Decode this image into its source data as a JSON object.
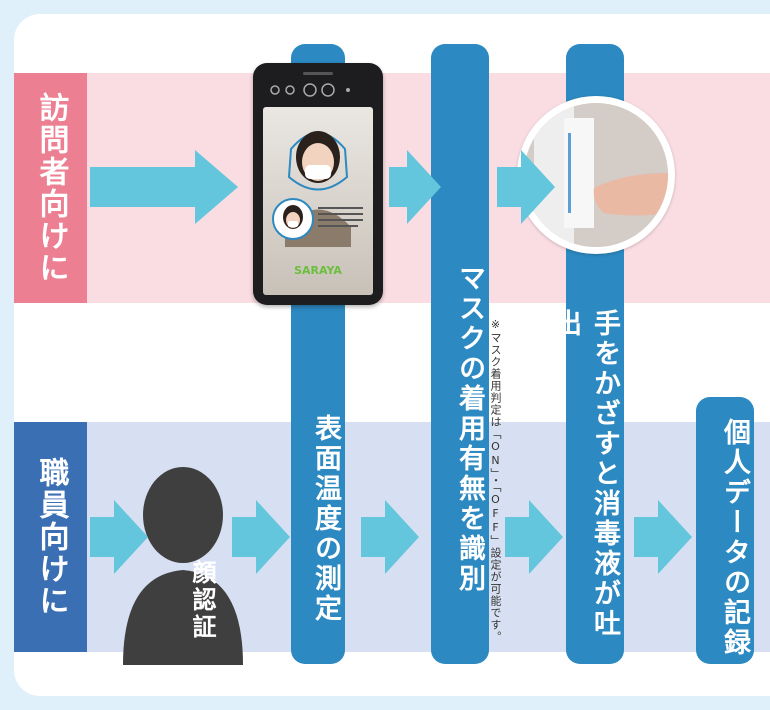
{
  "rows": {
    "visitor_label": "訪問者向けに",
    "staff_label": "職員向けに"
  },
  "steps": {
    "temperature": "表面温度の測定",
    "mask": "マスクの着用有無を識別",
    "sanitizer": "手をかざすと消毒液が吐出",
    "record": "個人データの記録"
  },
  "face_auth_label": "顔認証",
  "note": "※マスク着用判定は「ON」・「OFF」設定が可能です。",
  "device": {
    "brand": "SARAYA"
  },
  "colors": {
    "visitor_band": "#f9dde3",
    "visitor_label": "#ec7f91",
    "staff_band": "#d7e0f2",
    "staff_label": "#3a6fb4",
    "step_column": "#2c89c1",
    "arrow": "#63c6dc"
  },
  "icons": [
    "arrow-right-icon",
    "person-silhouette-icon"
  ]
}
